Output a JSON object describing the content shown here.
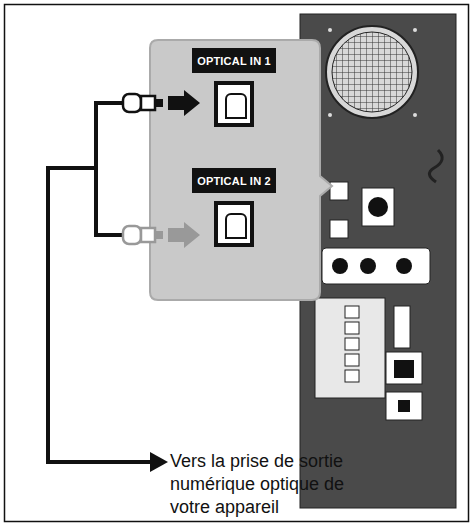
{
  "diagram": {
    "nodes": [
      {
        "text": [
          "OPTICAL IN 1"
        ]
      },
      {
        "text": [
          "OPTICAL IN 2"
        ]
      }
    ],
    "labels": [
      "Vers la prise de sortie numérique optique de votre appareil"
    ]
  }
}
